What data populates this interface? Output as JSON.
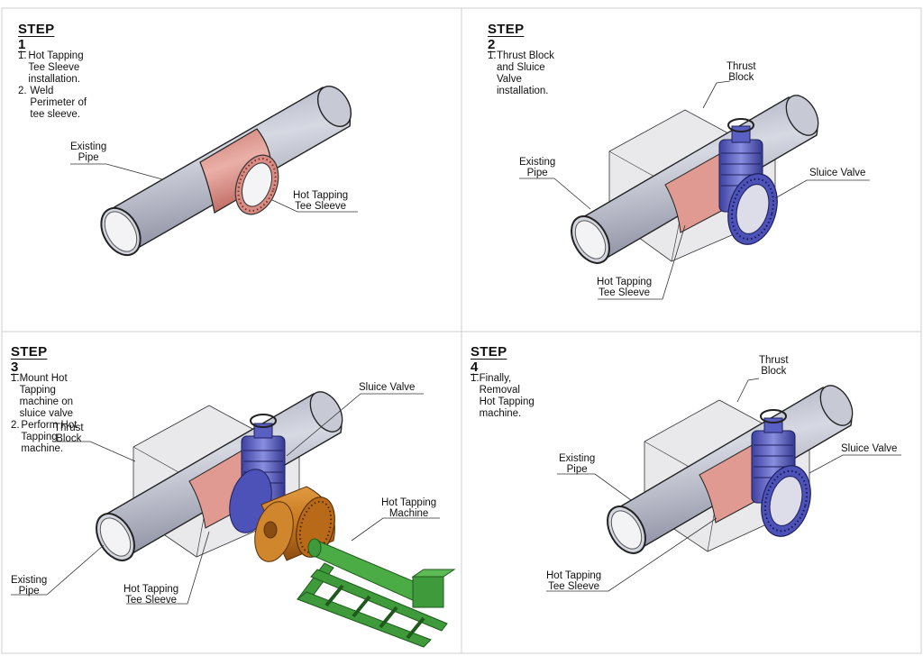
{
  "panels": [
    {
      "title": "STEP 1",
      "steps": [
        {
          "num": "1.",
          "text": "Hot Tapping Tee Sleeve installation."
        },
        {
          "num": "2.",
          "text": "Weld Perimeter of tee sleeve."
        }
      ],
      "labels": {
        "existing_pipe": [
          "Existing",
          "Pipe"
        ],
        "tee_sleeve": [
          "Hot Tapping",
          "Tee Sleeve"
        ]
      }
    },
    {
      "title": "STEP 2",
      "steps": [
        {
          "num": "1.",
          "text": "Thrust Block and Sluice Valve installation."
        }
      ],
      "labels": {
        "thrust_block": [
          "Thrust",
          "Block"
        ],
        "existing_pipe": [
          "Existing",
          "Pipe"
        ],
        "sluice_valve": [
          "Sluice Valve"
        ],
        "tee_sleeve": [
          "Hot Tapping",
          "Tee Sleeve"
        ]
      }
    },
    {
      "title": "STEP 3",
      "steps": [
        {
          "num": "1.",
          "text": "Mount Hot Tapping machine on sluice valve"
        },
        {
          "num": "2.",
          "text": "Perform Hot Tapping machine."
        }
      ],
      "labels": {
        "sluice_valve": [
          "Sluice Valve"
        ],
        "thrust_block": [
          "Thrust",
          "Block"
        ],
        "machine": [
          "Hot Tapping",
          "Machine"
        ],
        "existing_pipe": [
          "Existing",
          "Pipe"
        ],
        "tee_sleeve": [
          "Hot Tapping",
          "Tee Sleeve"
        ]
      }
    },
    {
      "title": "STEP 4",
      "steps": [
        {
          "num": "1.",
          "text": "Finally, Removal Hot Tapping machine."
        }
      ],
      "labels": {
        "thrust_block": [
          "Thrust",
          "Block"
        ],
        "existing_pipe": [
          "Existing",
          "Pipe"
        ],
        "sluice_valve": [
          "Sluice Valve"
        ],
        "tee_sleeve": [
          "Hot Tapping",
          "Tee Sleeve"
        ]
      }
    }
  ],
  "colors": {
    "pipe": "#b9bccb",
    "pipe_dark": "#7d8194",
    "sleeve": "#e09a92",
    "valve": "#5a5fc4",
    "valve_dark": "#2e3180",
    "block": "#dcdcdf",
    "machine_body": "#c8781e",
    "machine_arm": "#3e9a3a",
    "grid": "#cfcfcf"
  }
}
